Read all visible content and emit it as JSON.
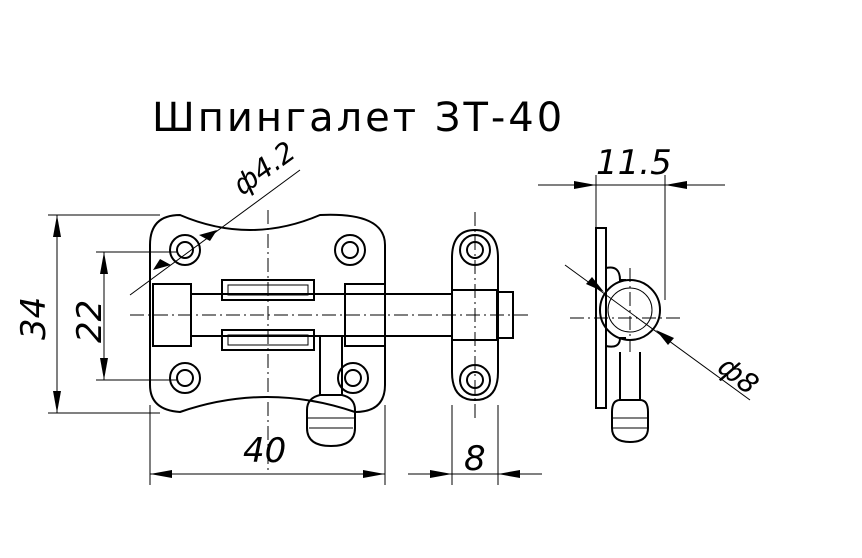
{
  "title": "Шпингалет ЗТ-40",
  "dimensions": {
    "hole_diameter": "ф4.2",
    "overall_height": "34",
    "hole_spacing": "22",
    "plate_width": "40",
    "keeper_width": "8",
    "side_depth": "11.5",
    "bolt_diameter": "ф8"
  }
}
